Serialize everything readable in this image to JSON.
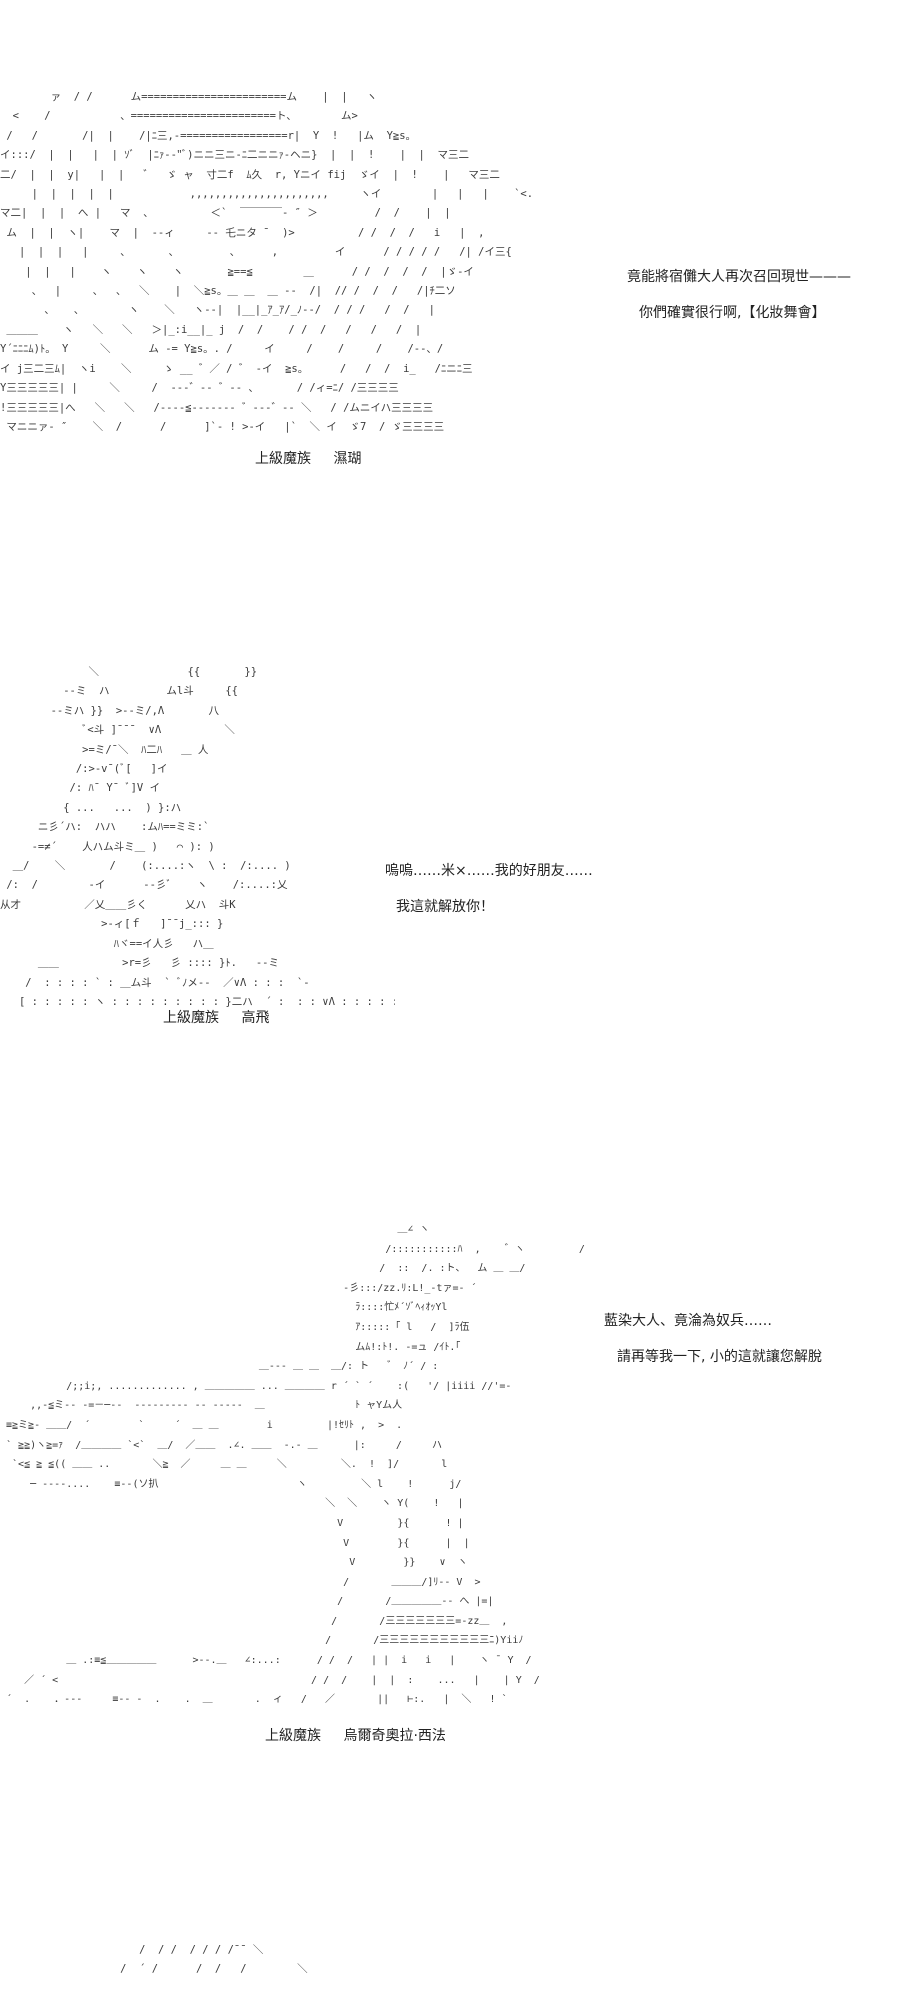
{
  "panels": [
    {
      "caption": {
        "title": "上級魔族",
        "name": "濕瑚"
      },
      "lines": [
        "竟能將宿儺大人再次召回現世———",
        "你們確實很行啊,【化妝舞會】"
      ],
      "art": "        ァ  / /      ム=======================ム    |  |   ヽ\n  <    /           、=======================ト、       ム>\n /   /       /|  |    /|ﾆ三,-=================r|  Y  !   |ム  Y≧s。\nイ:::/  |  |   |  | ｿﾞ  |ﾆｧ-‐\"ﾞ)ニニ三ニ-ﾆ二ニニｧ-ヘニ}  |  |  !    |  |  マ三二\n二/  |  |  y|   |  |   ゛  ゞ ャ  寸二f  ﾑ久  r, Yニイ fij  ゞイ  |  !    |   マ三二\n     |  |  |  |  |            ,,,,,,,,,,,,,,,,,,,,,,     ヽイ        |   |   |    `<.\nマ二|  |  |  へ |   マ  、         ＜`  ￣￣￣￣‐ ″ ＞         /  /    |  |\n ム  |  |  ヽ|    マ  |  ‐‐ィ     ‐‐ 乇ニタ ¯  )>          / /  /  /   i   |  ,\n   |  |  |   |     、      、        、     ,         イ      / / / / /   /| /イ三{\n    |  |   |    ヽ    ヽ    ヽ       ≧==≦        ＿      / /  /  /  /  |ゞ-イ\n     、  |     、  、  ＼    |  ＼≧s。＿ ＿  ＿ ‐‐  /|  // /  /  /   /|ﾁ二ソ\n       、   、       ヽ    ＼   ヽ--|  |__|_ｱ_ｱ/_ﾉ-‐/  / / /   /  /   |\n ＿＿＿    ヽ   ＼   ＼   ＞|_:i__|_ j  /  /    / /  /   /   /   /  |\nY´ﾆﾆﾆﾑ)ﾄ。 Y     ＼      ム ‐= Y≧s。. /     イ     /    /     /    /‐‐、/\nイ j三二三ﾑ|  ヽi    ＼     ゝ __ ゛／ / ゛ ‐イ  ≧s。     /   /  /  i_   /ﾆニﾆ三\nY三三三三三| |     ＼     /  ‐‐‐゛‐‐ ゛‐‐ 、      / /ィ=ﾆ/ /三三三三\n!三三三三三|へ   ＼   ＼   /‐‐‐‐≦‐‐‐‐‐‐‐ ゛-‐‐゛‐‐ ＼   / /ムニイハ三三三三\n マニニァ‐ ″    ＼  /      /      ]`‐ ! >‐イ   |`  ＼ イ  ゞ7  / ゞ三三三三"
    },
    {
      "caption": {
        "title": "上級魔族",
        "name": "高飛"
      },
      "lines": [
        "嗚嗚……米×……我的好朋友……",
        "我這就解放你！"
      ],
      "art": "              ＼              {{       }}\n          ‐‐ミ  ハ         ムl斗     {{\n        ‐‐ミハ }}  >‐‐ミ/,Λ       八\n             ﾞ<斗 ]¯¯¯  ∨Λ          ＼\n             >=ミ/¯＼  ﾊ二ﾊ   ＿ 人\n            /:>‐v¯(ﾞ[   ]イ\n           /: ﾊ¯ Y¯ ﾞ]V イ\n          { ...   ...  ) }:ハ\n      ニ彡´ハ:  ハハ    :ムﾊ==ミミ:`\n     ‐=≠´    人ハム斗ミ＿ )   ⌒ ): )\n  ＿/    ＼       /    (:....:ヽ  \\ :  /:.... )\n /:  /        ‐イ      ‐‐彡ﾞ    ヽ    /:....:乂\n从才          ／乂＿＿彡く      乂ハ  斗K\n                >‐ィ[ｆ   ]¯¯j_::: }\n                  ﾊヾ==イ人彡   ハ＿\n      ＿＿          >r=彡   彡 :::: }ﾄ.   ‐‐ミ\n    /  : : : : ` : ＿ム斗  ` ﾞﾉメ‐‐  ／∨Λ : : :  `‐\n   [ : : : : : ヽ : : : : : : : : : }二ハ  ´ :  : : ∨Λ : : : : : : :"
    },
    {
      "caption": {
        "title": "上級魔族",
        "name": "烏爾奇奧拉·西法"
      },
      "lines": [
        "藍染大人、竟淪為奴兵……",
        "請再等我一下, 小的這就讓您解脫"
      ],
      "art": "                                                                  ＿∠ ヽ\n                                                                /:::::::::::ﾊ  ,    ゛ヽ         /\n                                                               /  ::  /. :ト、  ム ＿ ＿/\n                                                         ‐彡:::/zz.ﾘ:L!_‐tァ=‐ ´\n                                                           ﾗ::::忙ﾒ´ｿﾞﾍｨｵｯYl\n                                                           ｱ:::::「 l   /  ]ﾗ伍\n                                                           ムﾑ!:ﾄ!. ‐=ュ /ｲﾄ.｢\n                                           ＿‐‐‐ ＿ ＿  ＿/: ト   ゛ ﾉ´ / :\n           /;;i;, ............. , ＿＿＿＿＿ ... ＿＿＿＿ r ´ ` ´    :(   '/ |iiii //'=‐\n     ,,‐≦ミ‐‐ ‐=－─‐‐  ‐‐‐‐‐‐‐‐‐ ‐‐ ‐‐‐‐‐  ＿               ﾄ ャYム人\n ≡≧ミ≧‐ ＿＿/  ´        `     ´  ＿ ＿        i         |!ｾﾘﾄ ,  >  .\n ` ≧≧)ヽ≧=ｧ  /＿＿＿＿ `<`  ＿/  ／＿＿  .∠. ＿＿  ‐.‐ ＿      |:     /     ハ\n  `<≦ ≧ ≦(( ＿＿ ..       ＼≧  ／     ＿ ＿     ＼         ＼.  !  ]/       l\n     ─ ‐‐‐‐....    ≡‐‐(ソ扒                       ヽ         ＼ l    !      j/\n                                                      ＼  ＼    ヽ Y(    !   |\n                                                        V         }{      ! |\n                                                         V        }{      |  |\n                                                          V        }}    ∨  ヽ\n                                                         /       ＿＿＿/]ﾘ‐‐ V  >\n                                                        /       /＿＿＿＿＿‐‐ へ |=|\n                                                       /       /三三三三三三三=-zz＿  ,\n                                                      /       /三三三三三三三三三三三ﾆ)Yiiﾉ\n           ＿ .:≡≦＿＿＿＿＿      >‐-.＿   ∠:...:      / /  /   | |  i   i   |    ヽ ¯ Y  /\n    ／ ´ <                                          / /  /    |  |  :    ...   |    | Y  /\n ´  .    ．‐‐‐     ≡‐‐ ‐  .    .  ＿       .  ィ   /   ／       ||   ⊢:.   |  ＼   ! `"
    },
    {
      "caption": {
        "title": "",
        "name": ""
      },
      "lines": [],
      "art": "                      /  / /  / / / /¯¯ ＼\n                   /  ´ /      /  /   /        ＼"
    }
  ]
}
